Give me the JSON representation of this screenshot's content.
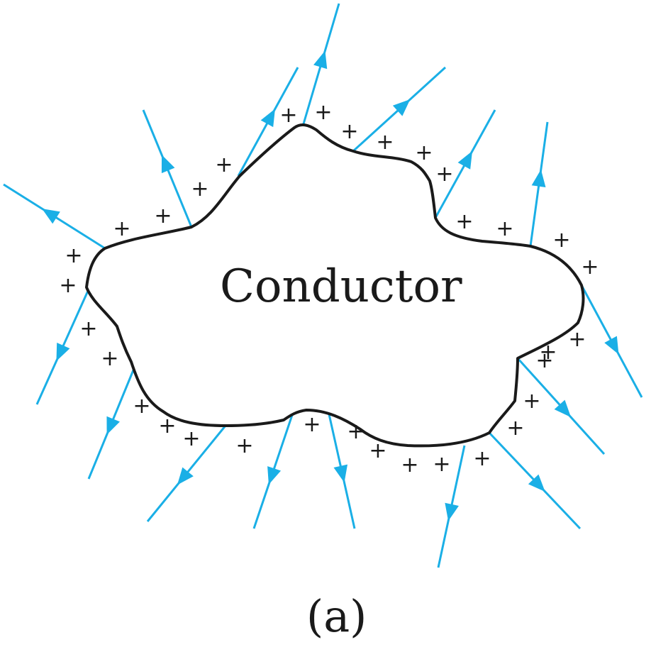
{
  "diagram": {
    "conductor_label": "Conductor",
    "caption": "(a)",
    "charge_symbol": "+",
    "field_line_direction": "outward",
    "colors": {
      "field_lines": "#1aafe6",
      "outline": "#1a1a1a",
      "text": "#1a1a1a"
    }
  }
}
